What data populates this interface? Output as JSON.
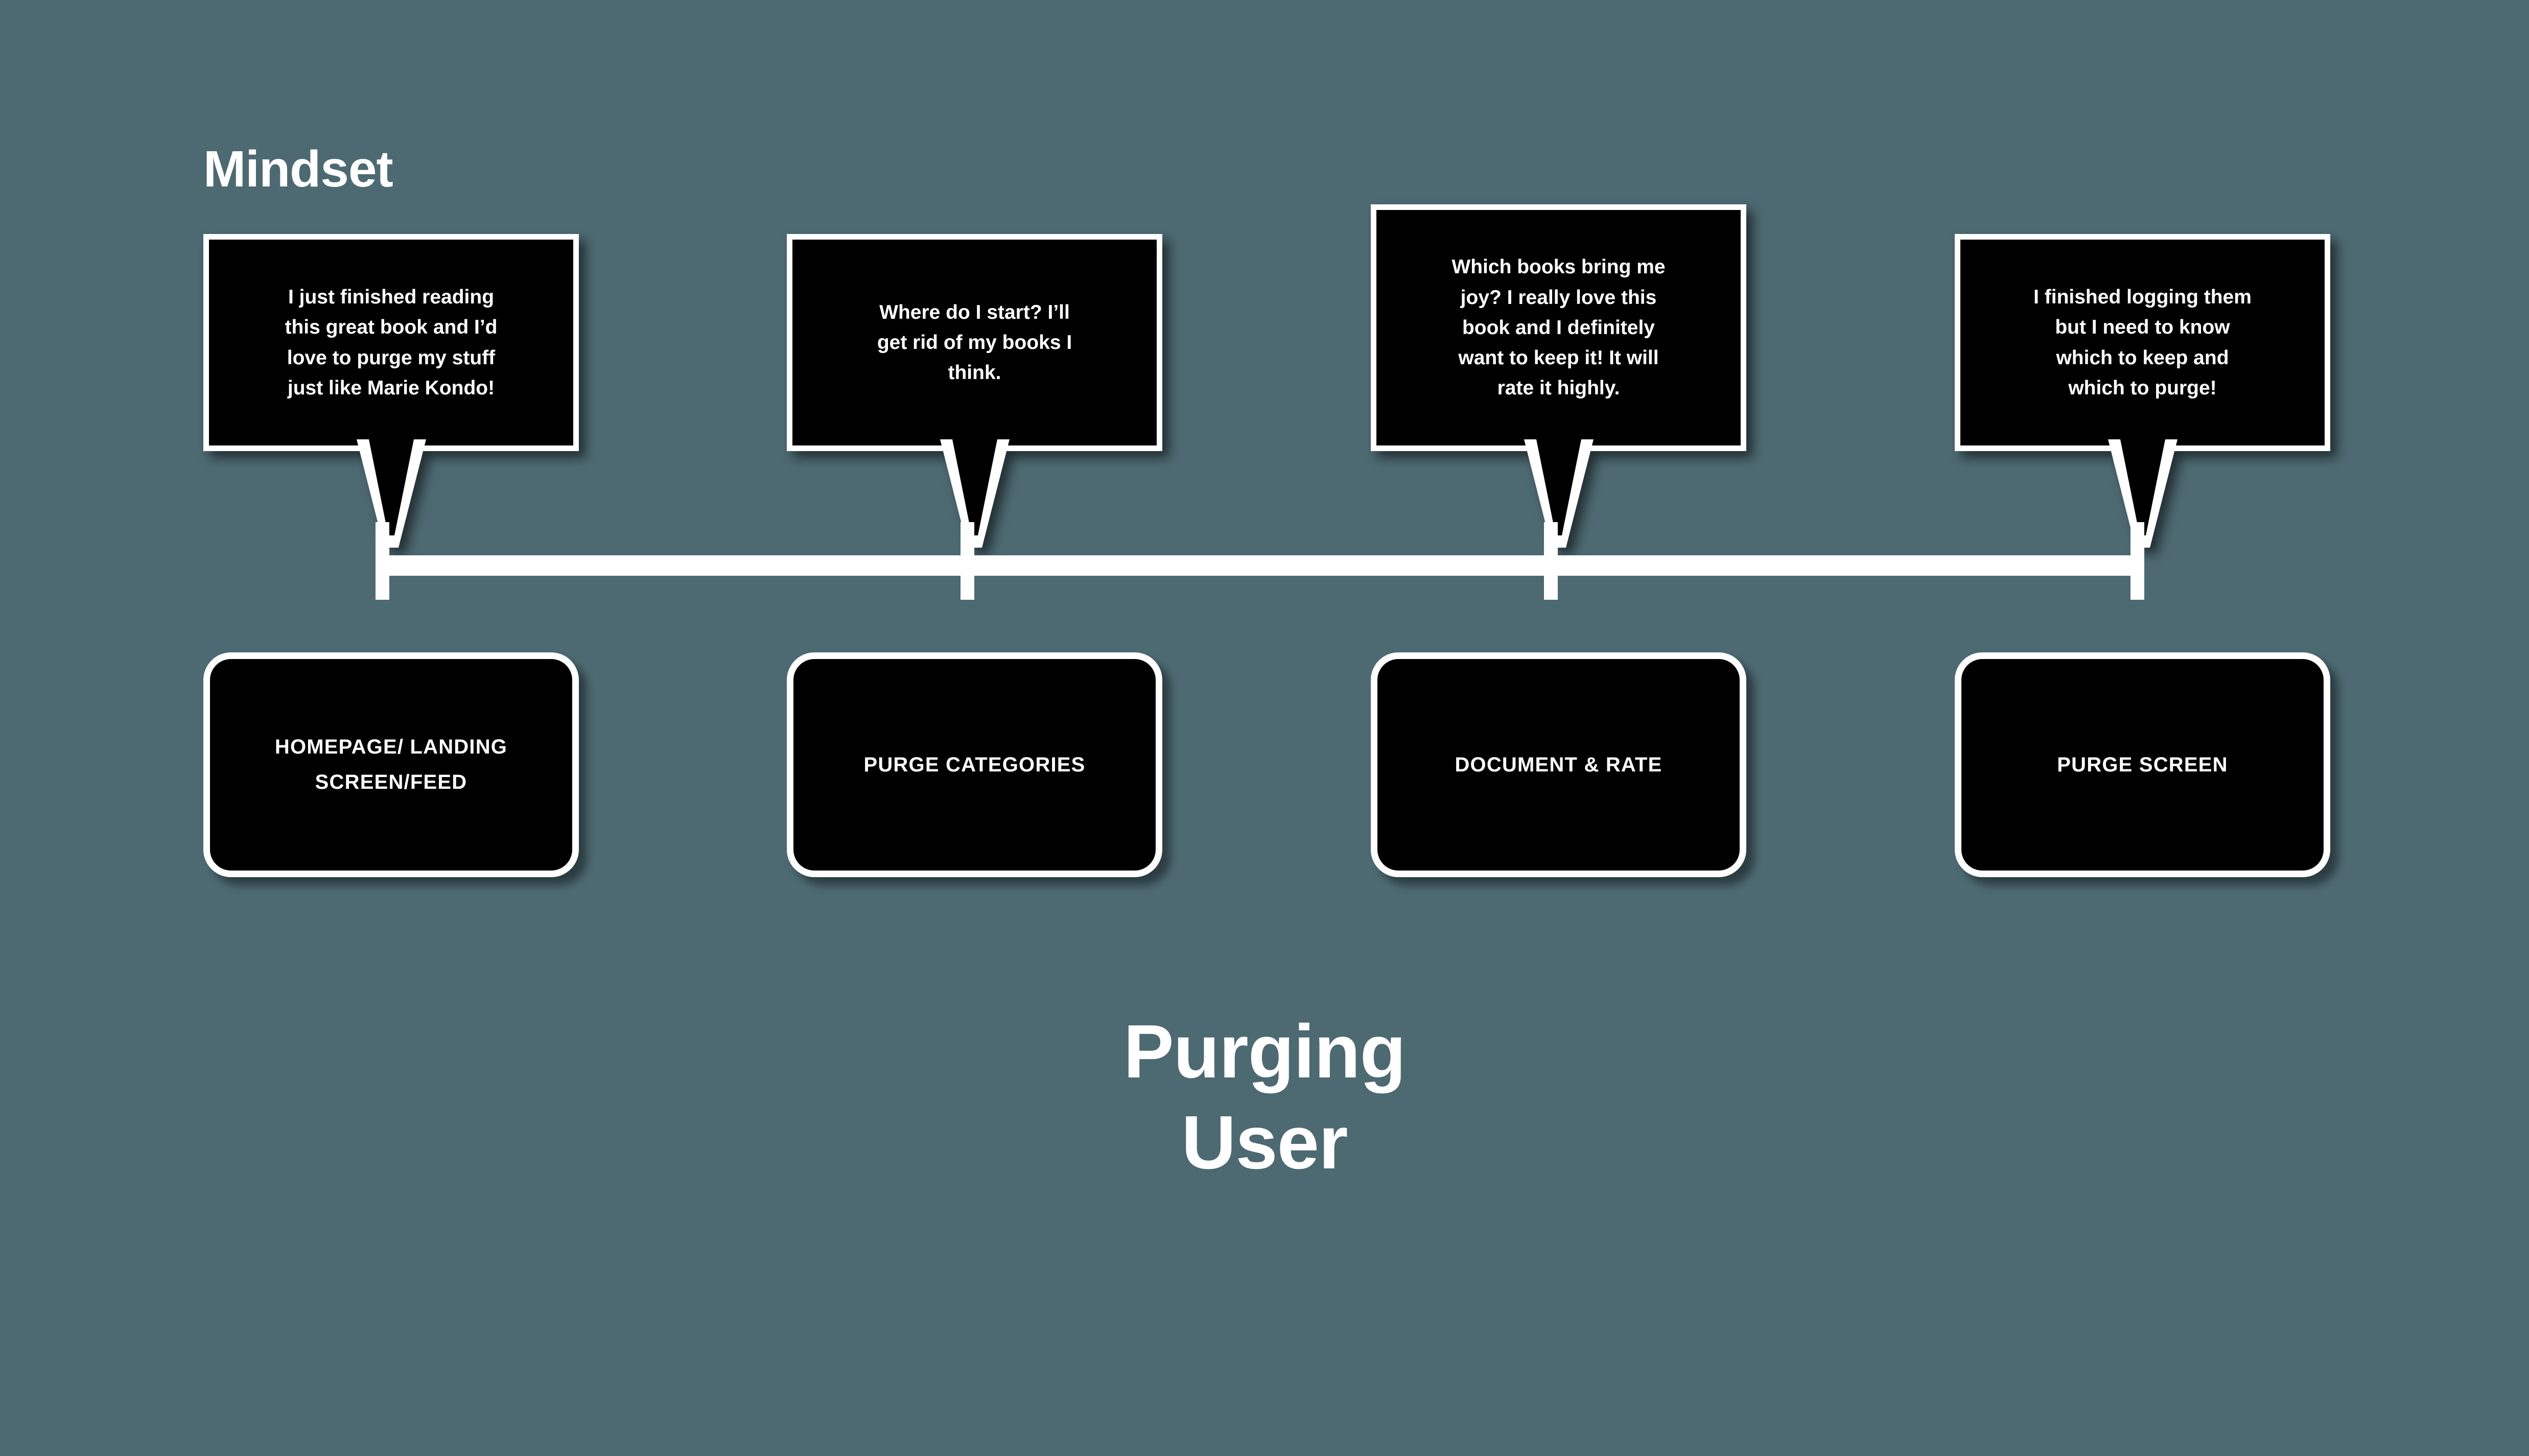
{
  "background_color": "#4d6972",
  "accent_color": "#ffffff",
  "card_fill_color": "#000000",
  "section": {
    "mindset_label": "Mindset"
  },
  "persona": {
    "title": "Purging\nUser"
  },
  "journey": {
    "steps": [
      {
        "mindset_quote": "I just finished reading\nthis great book and I’d\nlove to purge my stuff\njust like Marie Kondo!",
        "screen_label": "HOMEPAGE/ LANDING\nSCREEN/FEED"
      },
      {
        "mindset_quote": "Where do I start?  I’ll\nget rid of my books I\nthink.",
        "screen_label": "PURGE CATEGORIES"
      },
      {
        "mindset_quote": "Which books bring me\njoy?  I really love this\nbook and I definitely\nwant to keep it!  It will\nrate it highly.",
        "screen_label": "DOCUMENT & RATE"
      },
      {
        "mindset_quote": "I finished logging them\nbut I need to know\nwhich to keep and\nwhich to purge!",
        "screen_label": "PURGE SCREEN"
      }
    ]
  }
}
